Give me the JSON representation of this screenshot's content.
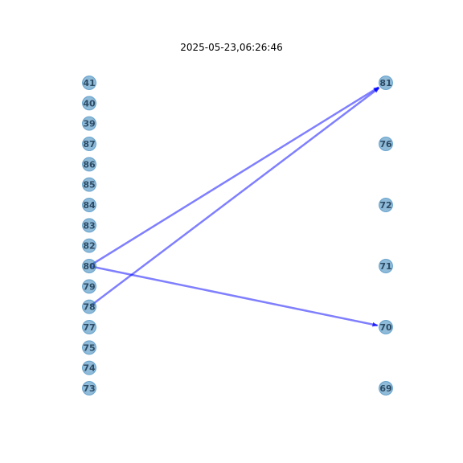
{
  "title": "2025-05-23,06:26:46",
  "colors": {
    "node_fill": "#1f77b4",
    "node_opacity": 0.5,
    "edge": "#0000ff",
    "edge_opacity": 0.5,
    "label": "#2c4a63"
  },
  "left_nodes": [
    "41",
    "40",
    "39",
    "87",
    "86",
    "85",
    "84",
    "83",
    "82",
    "80",
    "79",
    "78",
    "77",
    "75",
    "74",
    "73"
  ],
  "right_nodes": [
    "81",
    "76",
    "72",
    "71",
    "70",
    "69"
  ],
  "edges": [
    {
      "from": "80",
      "to": "81"
    },
    {
      "from": "78",
      "to": "81"
    },
    {
      "from": "80",
      "to": "70"
    }
  ]
}
